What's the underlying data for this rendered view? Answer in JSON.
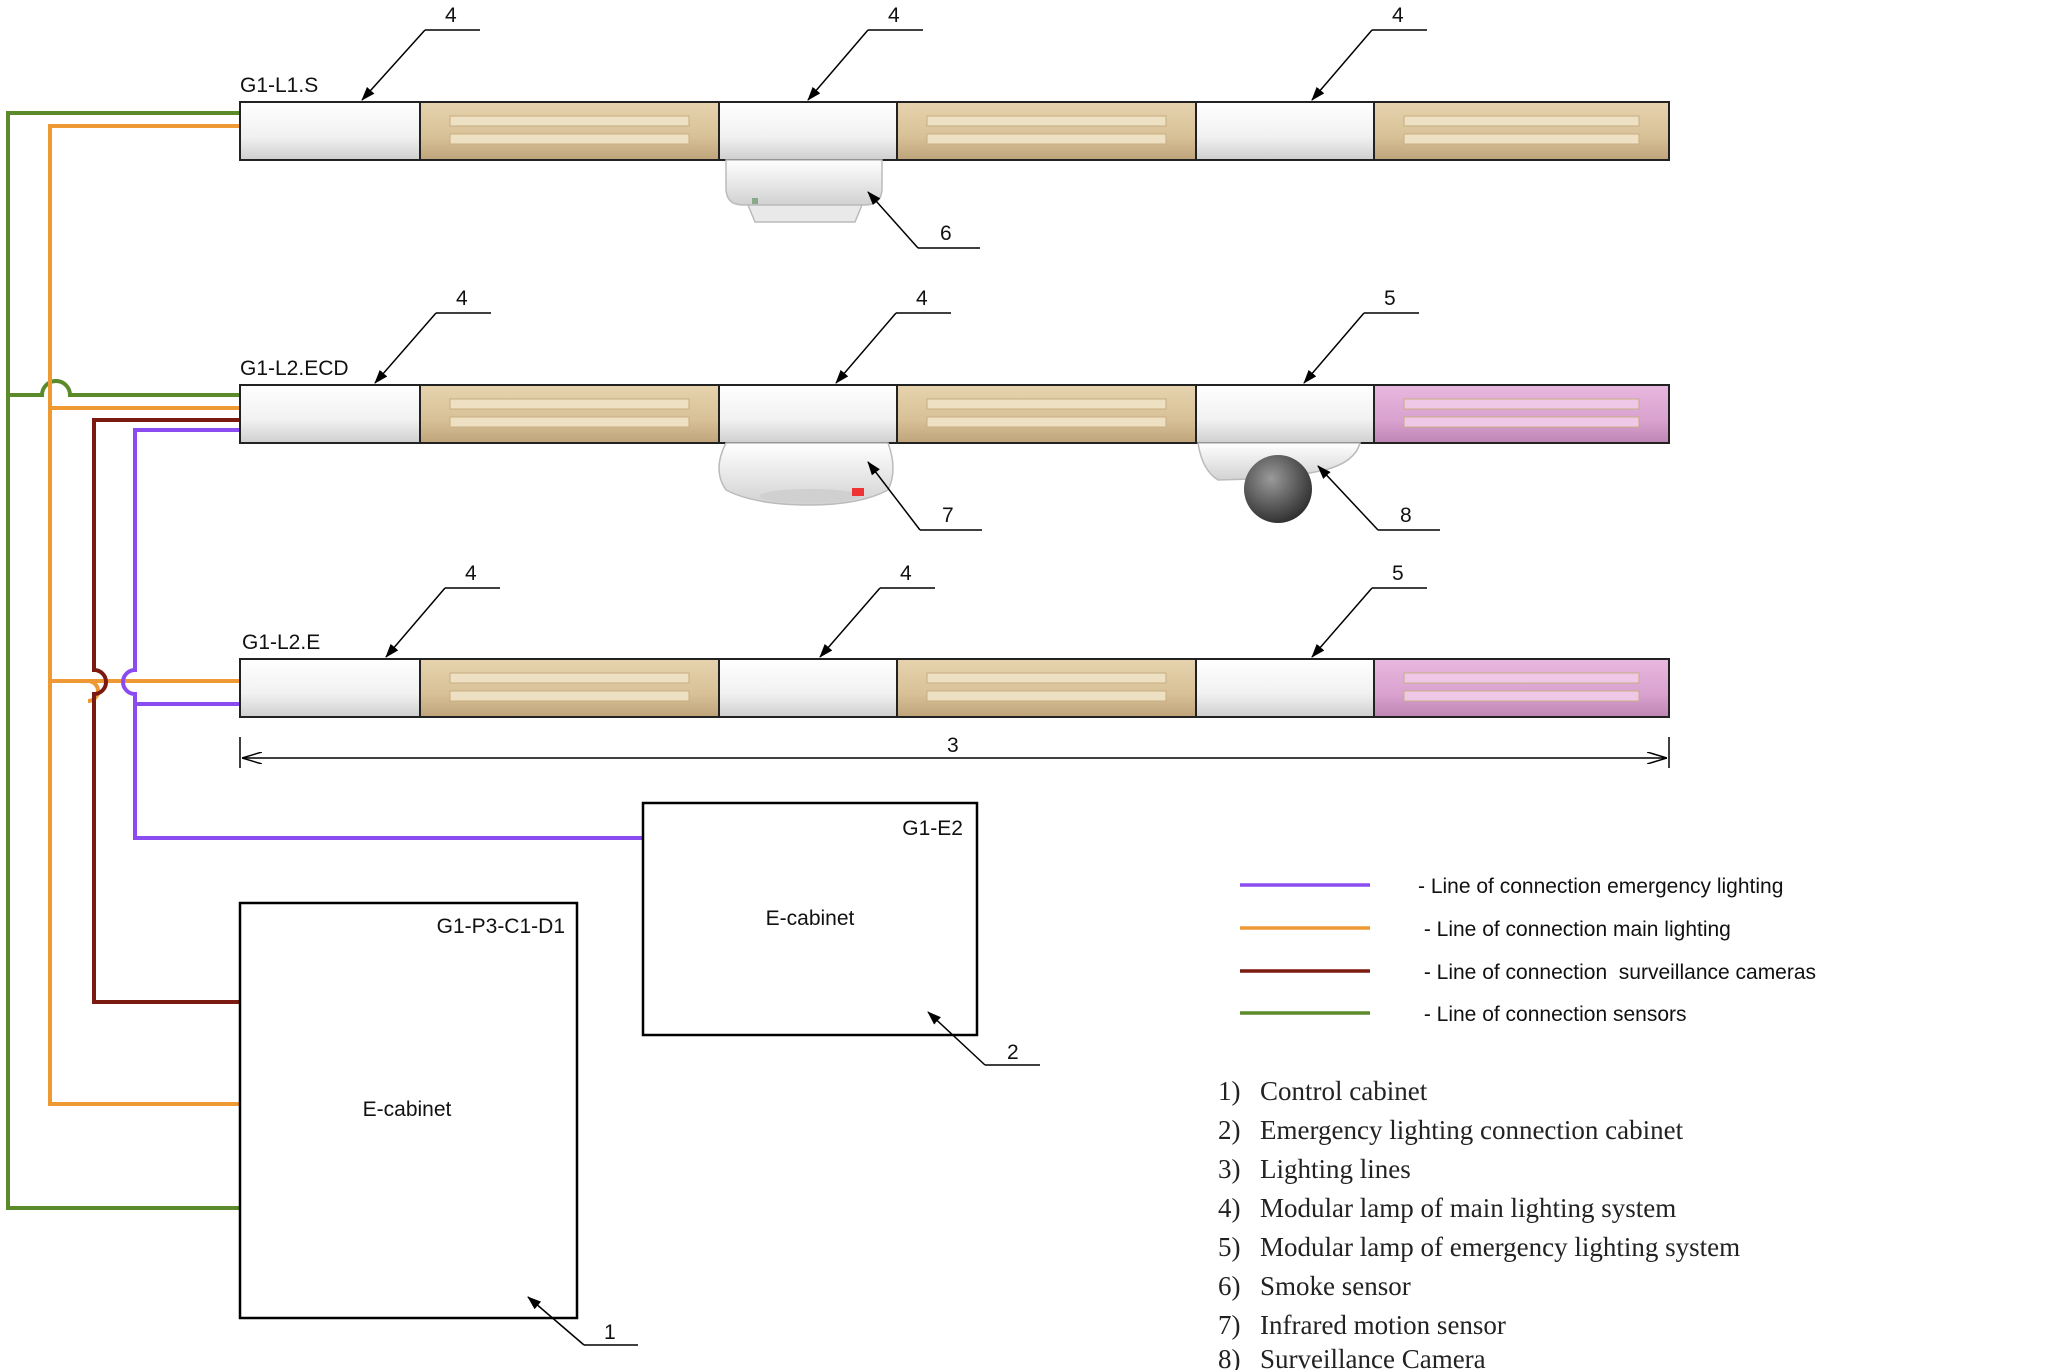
{
  "lighting_lines": [
    {
      "name": "G1-L1.S",
      "segments": [
        "white",
        "tan",
        "white",
        "tan",
        "white",
        "tan"
      ],
      "callouts": [
        "4",
        "4",
        "4"
      ],
      "devices": [
        {
          "type": "smoke-sensor",
          "number": "6"
        }
      ]
    },
    {
      "name": "G1-L2.ECD",
      "segments": [
        "white",
        "tan",
        "white",
        "tan",
        "white",
        "pink"
      ],
      "callouts": [
        "4",
        "4",
        "5"
      ],
      "devices": [
        {
          "type": "motion-sensor",
          "number": "7"
        },
        {
          "type": "camera",
          "number": "8"
        }
      ]
    },
    {
      "name": "G1-L2.E",
      "segments": [
        "white",
        "tan",
        "white",
        "tan",
        "white",
        "pink"
      ],
      "callouts": [
        "4",
        "4",
        "5"
      ],
      "devices": []
    }
  ],
  "dimension": {
    "label": "3"
  },
  "cabinets": [
    {
      "id": "G1-P3-C1-D1",
      "label": "E-cabinet",
      "number": "1"
    },
    {
      "id": "G1-E2",
      "label": "E-cabinet",
      "number": "2"
    }
  ],
  "legend": [
    {
      "color": "#8a4cf0",
      "text": "- Line of connection emergency lighting"
    },
    {
      "color": "#ee9933",
      "text": " - Line of connection main lighting"
    },
    {
      "color": "#7a1a10",
      "text": " - Line of connection  surveillance cameras"
    },
    {
      "color": "#5a8a2a",
      "text": " - Line of connection sensors"
    }
  ],
  "numbered_list": [
    {
      "num": "1)",
      "text": "Control cabinet"
    },
    {
      "num": "2)",
      "text": "Emergency lighting connection cabinet"
    },
    {
      "num": "3)",
      "text": "Lighting lines"
    },
    {
      "num": "4)",
      "text": "Modular lamp of main lighting system"
    },
    {
      "num": "5)",
      "text": "Modular lamp of emergency lighting system"
    },
    {
      "num": "6)",
      "text": "Smoke sensor"
    },
    {
      "num": "7)",
      "text": "Infrared motion sensor"
    },
    {
      "num": "8)",
      "text": "Surveillance Camera"
    }
  ],
  "colors": {
    "emergency": "#8a4cf0",
    "main": "#ee9933",
    "camera": "#7a1a10",
    "sensor": "#5a8a2a",
    "tan": "#d9c39a",
    "pink": "#d9a2cf",
    "white": "#f4f4f4"
  }
}
